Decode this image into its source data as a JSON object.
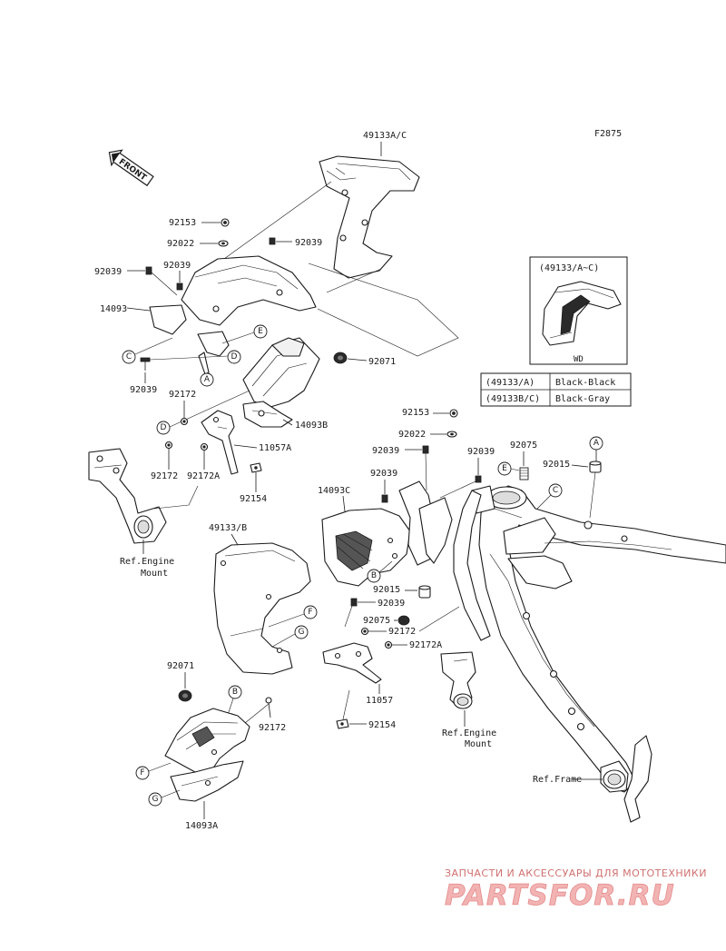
{
  "figure_code": "F2875",
  "front_arrow_text": "FRONT",
  "part_numbers": {
    "p49133AC": "49133A/C",
    "p92153a": "92153",
    "p92022a": "92022",
    "p92039a": "92039",
    "p92039b": "92039",
    "p92039c": "92039",
    "p14093": "14093",
    "p92039d": "92039",
    "p92172a": "92172",
    "p92071a": "92071",
    "p14093B": "14093B",
    "p11057A": "11057A",
    "p92172b": "92172",
    "p92172Aa": "92172A",
    "p92154a": "92154",
    "p92153b": "92153",
    "p92022b": "92022",
    "p92039e": "92039",
    "p92039f": "92039",
    "p92075a": "92075",
    "p92015a": "92015",
    "p92039g": "92039",
    "p14093C": "14093C",
    "p49133B": "49133/B",
    "p92015b": "92015",
    "p92039h": "92039",
    "p92075b": "92075",
    "p92172c": "92172",
    "p92172Ab": "92172A",
    "p92071b": "92071",
    "p92172d": "92172",
    "p11057": "11057",
    "p92154b": "92154",
    "p14093A": "14093A"
  },
  "references": {
    "engine_mount_1a": "Ref.Engine",
    "engine_mount_1b": "Mount",
    "engine_mount_2a": "Ref.Engine",
    "engine_mount_2b": "Mount",
    "frame": "Ref.Frame"
  },
  "callouts": [
    "A",
    "B",
    "C",
    "D",
    "E",
    "F",
    "G"
  ],
  "inset": {
    "title": "(49133/A~C)",
    "caption": "WD"
  },
  "color_table": {
    "rows": [
      {
        "part": "(49133/A)",
        "color": "Black-Black"
      },
      {
        "part": "(49133B/C)",
        "color": "Black-Gray"
      }
    ]
  },
  "watermark": {
    "tagline": "ЗАПЧАСТИ И АКСЕССУАРЫ ДЛЯ МОТОТЕХНИКИ",
    "logo": "PARTSFOR.RU"
  },
  "colors": {
    "line": "#1a1a1a",
    "background": "#ffffff",
    "watermark": "#e58a8a"
  }
}
